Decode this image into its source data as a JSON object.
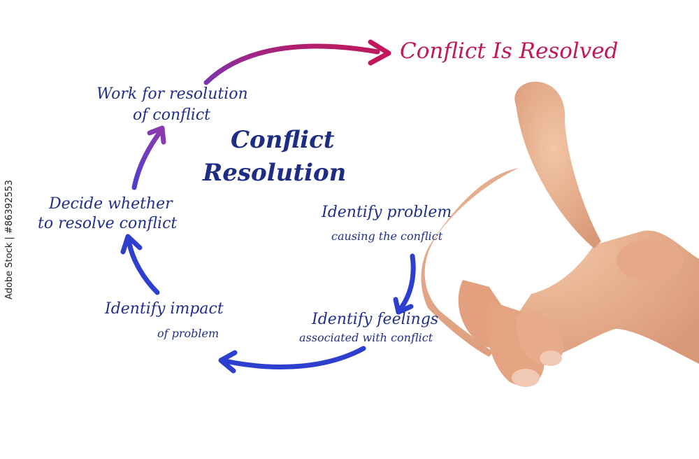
{
  "diagram": {
    "title_line1": "Conflict",
    "title_line2": "Resolution",
    "outcome": "Conflict Is Resolved",
    "steps": [
      {
        "line1": "Identify  problem",
        "line2": "causing the conflict"
      },
      {
        "line1": "Identify feelings",
        "line2": "associated with conflict"
      },
      {
        "line1": "Identify impact",
        "line2": "of problem"
      },
      {
        "line1": "Decide whether",
        "line2": "to resolve conflict"
      },
      {
        "line1": "Work for resolution",
        "line2": "of conflict"
      }
    ]
  },
  "watermark": "Adobe Stock | #86392553",
  "colors": {
    "text_navy": "#1f2f8a",
    "arrow_blue": "#2e3fd0",
    "arrow_purple": "#7a35b0",
    "arrow_magenta": "#c2185b",
    "outcome_pink": "#c2185b",
    "skin": "#e8b08d"
  },
  "icons": [
    "pointing-hand"
  ]
}
